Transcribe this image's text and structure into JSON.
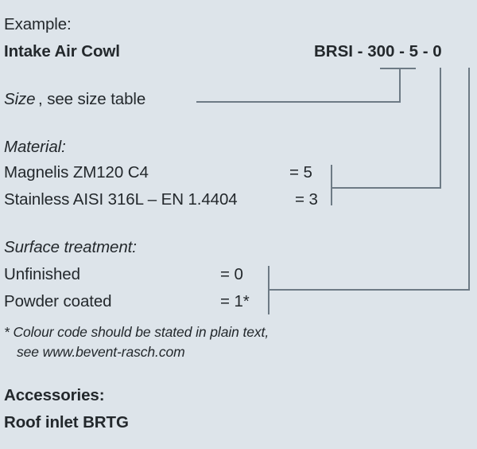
{
  "document": {
    "background_color": "#dde4ea",
    "text_color": "#23282c",
    "line_color": "#6d7a85"
  },
  "example": {
    "heading": "Example:",
    "product_name": "Intake Air Cowl",
    "product_code": "BRSI - 300 - 5 - 0"
  },
  "size": {
    "label_italic": "Size",
    "label_rest": ", see size table"
  },
  "material": {
    "heading": "Material:",
    "options": [
      {
        "name": "Magnelis ZM120 C4",
        "code": "= 5"
      },
      {
        "name": "Stainless AISI 316L – EN 1.4404",
        "code": "= 3"
      }
    ]
  },
  "surface_treatment": {
    "heading": "Surface treatment:",
    "options": [
      {
        "name": "Unfinished",
        "code": "= 0"
      },
      {
        "name": "Powder coated",
        "code": "= 1*"
      }
    ]
  },
  "footnote": {
    "line1": "* Colour code should be stated in plain text,",
    "line2": "see www.bevent-rasch.com"
  },
  "accessories": {
    "heading": "Accessories:",
    "items": [
      "Roof inlet BRTG"
    ]
  }
}
